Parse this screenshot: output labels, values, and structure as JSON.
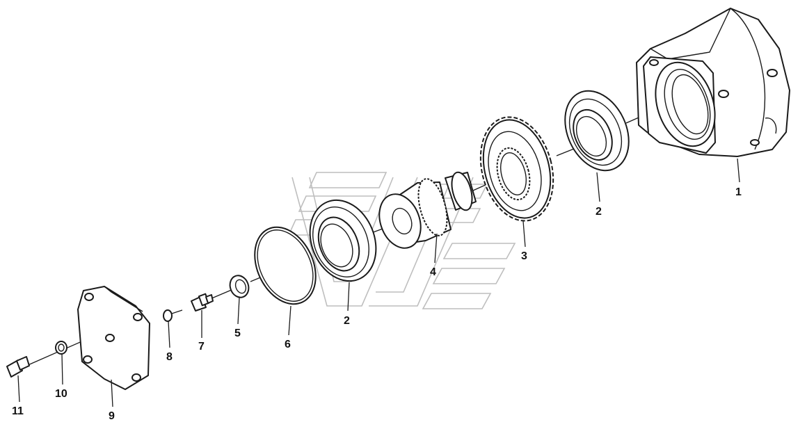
{
  "callouts": {
    "c1": "1",
    "c2a": "2",
    "c2b": "2",
    "c3": "3",
    "c4": "4",
    "c5": "5",
    "c6": "6",
    "c7": "7",
    "c8": "8",
    "c9": "9",
    "c10": "10",
    "c11": "11"
  }
}
